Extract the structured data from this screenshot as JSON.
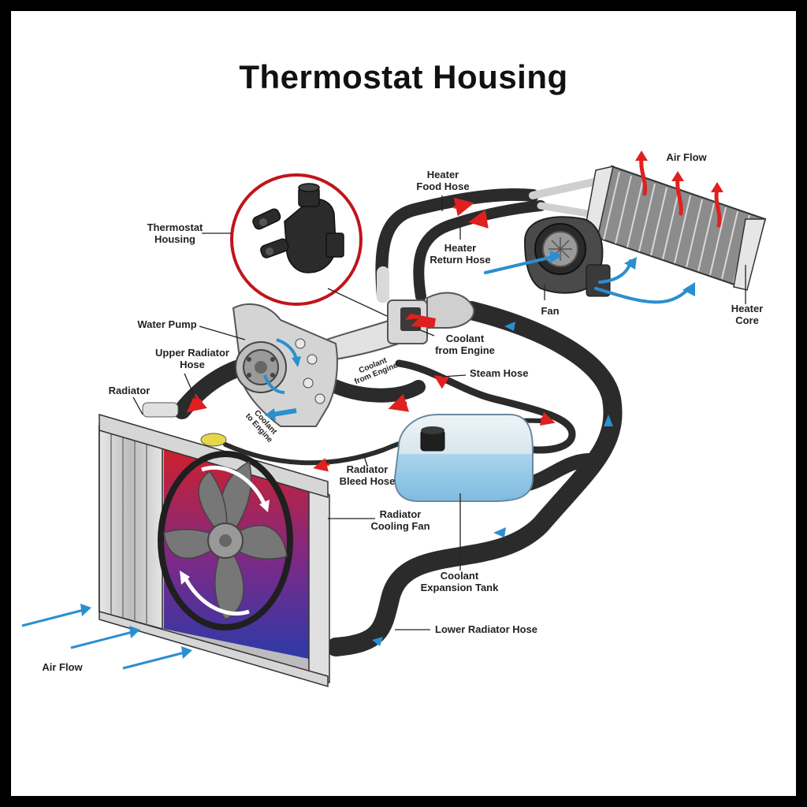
{
  "title": "Thermostat Housing",
  "colors": {
    "hose": "#2b2b2b",
    "hot_arrow": "#e02020",
    "cold_arrow": "#2a8fd0",
    "callout_ring": "#c0141c",
    "radiator_hot": "#d0202a",
    "radiator_cold": "#2c3aa8",
    "tank": "#a8d4ec"
  },
  "labels": {
    "thermostat_housing": [
      "Thermostat",
      "Housing"
    ],
    "heater_food_hose": [
      "Heater",
      "Food Hose"
    ],
    "heater_return_hose": [
      "Heater",
      "Return Hose"
    ],
    "air_flow_top": "Air Flow",
    "fan": "Fan",
    "heater_core": [
      "Heater",
      "Core"
    ],
    "water_pump": "Water Pump",
    "upper_radiator_hose": [
      "Upper Radiator",
      "Hose"
    ],
    "radiator": "Radiator",
    "coolant_from_engine": [
      "Coolant",
      "from Engine"
    ],
    "coolant_from_engine_small": [
      "Coolant",
      "from Engine"
    ],
    "coolant_to_engine_small": [
      "Coolant",
      "to Engine"
    ],
    "steam_hose": "Steam Hose",
    "radiator_bleed_hose": [
      "Radiator",
      "Bleed Hose"
    ],
    "radiator_cooling_fan": [
      "Radiator",
      "Cooling Fan"
    ],
    "coolant_expansion_tank": [
      "Coolant",
      "Expansion Tank"
    ],
    "lower_radiator_hose": "Lower Radiator Hose",
    "air_flow_bottom": "Air Flow"
  },
  "icons": [
    "thermostat-housing-part",
    "water-pump",
    "radiator",
    "radiator-cooling-fan",
    "heater-core",
    "blower-fan",
    "expansion-tank"
  ]
}
